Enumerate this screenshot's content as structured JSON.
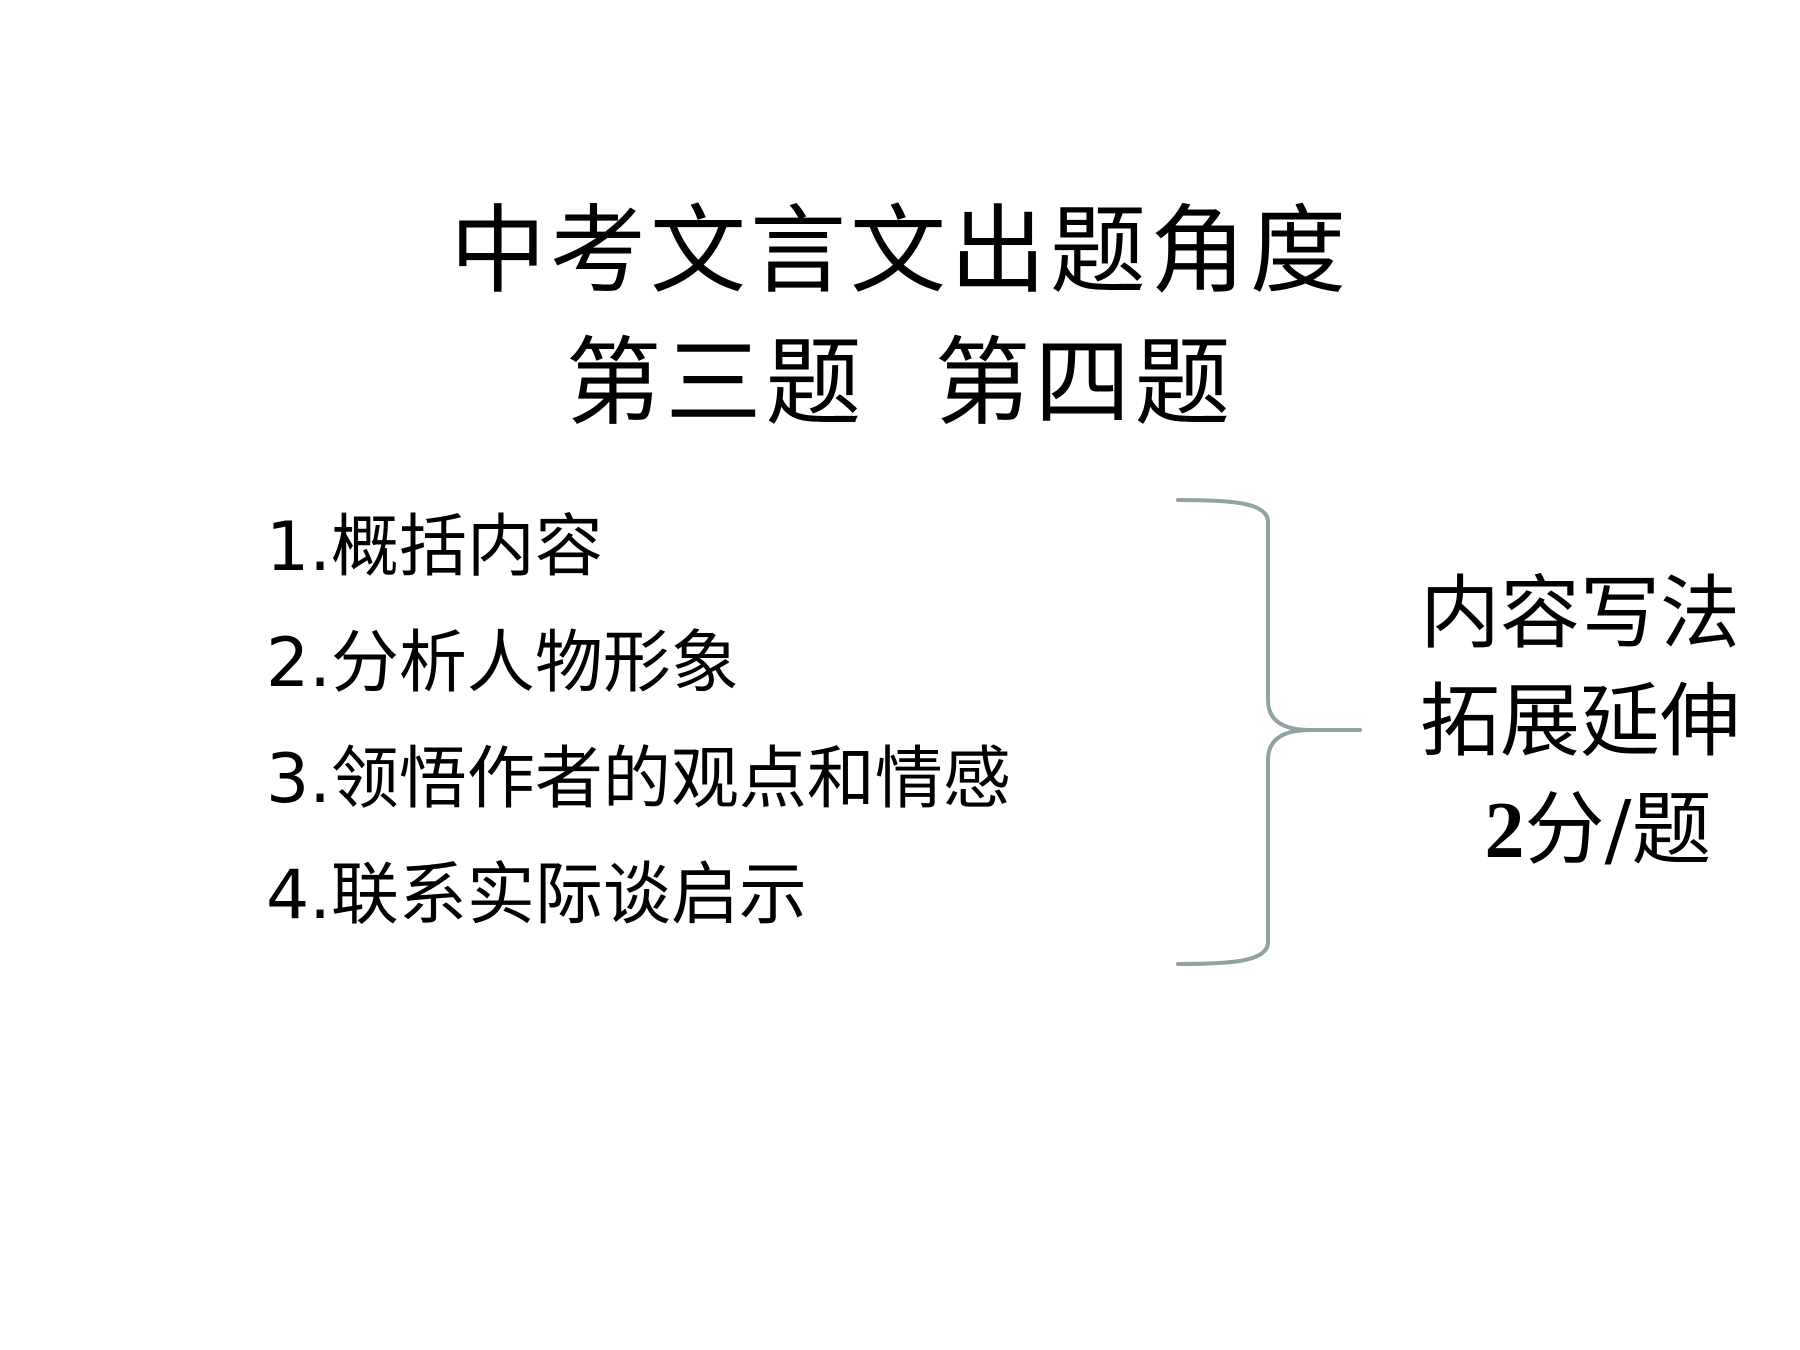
{
  "slide": {
    "title_line_1": "中考文言文出题角度",
    "title_line_2": "第三题  第四题",
    "items": [
      "1.概括内容",
      "2.分析人物形象",
      "3.领悟作者的观点和情感",
      "4.联系实际谈启示"
    ],
    "summary": {
      "line_1": "内容写法",
      "line_2": "拓展延伸",
      "score_number": "2",
      "score_unit": "分/题"
    },
    "colors": {
      "brace": "#8fa3a3",
      "text": "#000000",
      "background": "#ffffff"
    }
  }
}
